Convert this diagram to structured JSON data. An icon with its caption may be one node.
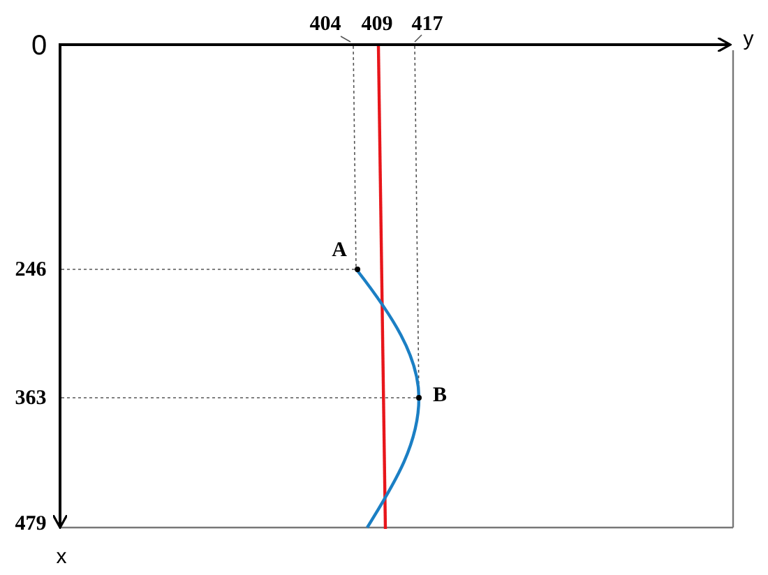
{
  "diagram": {
    "labels": [
      "0",
      "404",
      "409",
      "417",
      "y",
      "246",
      "363",
      "479",
      "x",
      "A",
      "B"
    ]
  }
}
